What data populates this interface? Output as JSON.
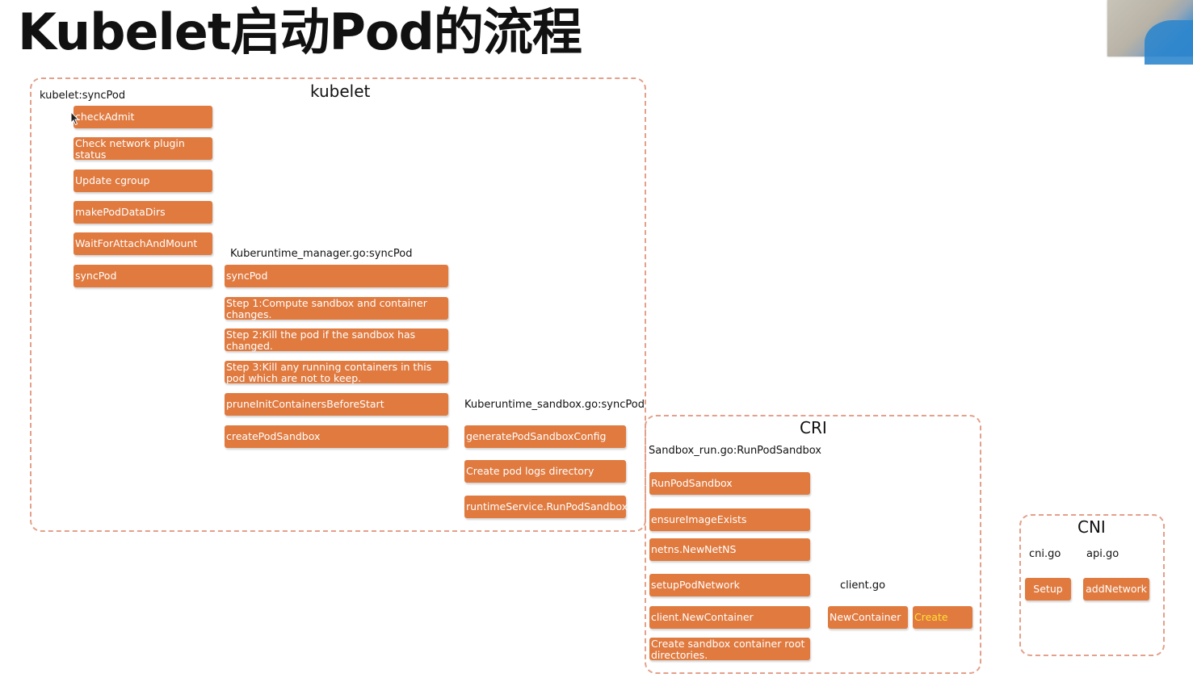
{
  "title": "Kubelet启动Pod的流程",
  "colors": {
    "box_fill": "#e07a3f",
    "box_text": "#ffffff",
    "highlight_text": "#ffe033",
    "group_border": "#e3a08a"
  },
  "groups": {
    "kubelet": "kubelet",
    "cri": "CRI",
    "cni": "CNI"
  },
  "labels": {
    "kubelet_syncpod": "kubelet:syncPod",
    "kuberuntime_manager": "Kuberuntime_manager.go:syncPod",
    "kuberuntime_sandbox": "Kuberuntime_sandbox.go:syncPod",
    "sandbox_run": "Sandbox_run.go:RunPodSandbox",
    "client_go": "client.go",
    "cni_go": "cni.go",
    "api_go": "api.go"
  },
  "kubelet_steps": [
    "checkAdmit",
    "Check network plugin status",
    "Update cgroup",
    "makePodDataDirs",
    "WaitForAttachAndMount",
    "syncPod"
  ],
  "manager_steps": [
    "syncPod",
    "Step 1:Compute sandbox and container changes.",
    "Step 2:Kill the pod if the sandbox has changed.",
    "Step 3:Kill any running containers in this pod which are not to keep.",
    "pruneInitContainersBeforeStart",
    "createPodSandbox"
  ],
  "sandbox_steps": [
    "generatePodSandboxConfig",
    "Create pod logs directory",
    "runtimeService.RunPodSandbox"
  ],
  "cri_steps": [
    "RunPodSandbox",
    "ensureImageExists",
    "netns.NewNetNS",
    "setupPodNetwork",
    "client.NewContainer",
    "Create sandbox container root directories."
  ],
  "client_steps": [
    "NewContainer",
    "Create"
  ],
  "cni_steps": [
    "Setup",
    "addNetwork"
  ]
}
